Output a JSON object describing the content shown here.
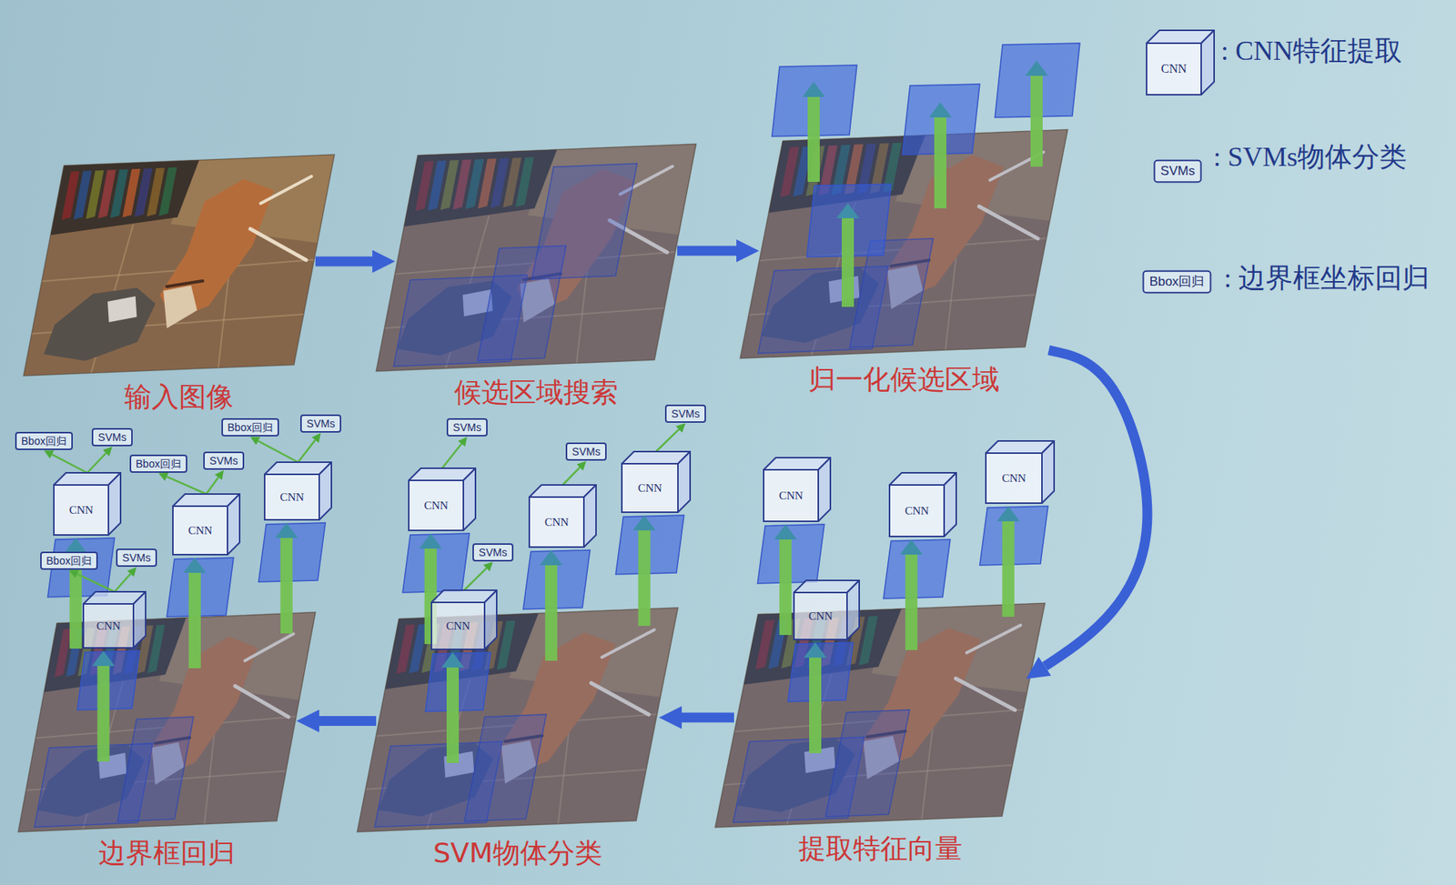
{
  "diagram": {
    "nodes": [
      {
        "text": [
          "输入图像"
        ]
      },
      {
        "text": [
          "候选区域搜索"
        ]
      },
      {
        "text": [
          "归一化候选区域"
        ]
      },
      {
        "text": [
          "提取特征向量"
        ]
      },
      {
        "text": [
          "SVM物体分类"
        ]
      },
      {
        "text": [
          "边界框回归"
        ]
      },
      {
        "text": [
          "CNN"
        ]
      },
      {
        "text": [
          "CNN"
        ]
      },
      {
        "text": [
          "CNN"
        ]
      },
      {
        "text": [
          "CNN"
        ]
      },
      {
        "text": [
          "CNN"
        ]
      },
      {
        "text": [
          "CNN"
        ]
      },
      {
        "text": [
          "CNN"
        ]
      },
      {
        "text": [
          "CNN"
        ]
      },
      {
        "text": [
          "SVMs"
        ]
      },
      {
        "text": [
          "SVMs"
        ]
      },
      {
        "text": [
          "SVMs"
        ]
      },
      {
        "text": [
          "SVMs"
        ]
      },
      {
        "text": [
          "CNN"
        ]
      },
      {
        "text": [
          "CNN"
        ]
      },
      {
        "text": [
          "CNN"
        ]
      },
      {
        "text": [
          "CNN"
        ]
      },
      {
        "text": [
          "SVMs"
        ]
      },
      {
        "text": [
          "SVMs"
        ]
      },
      {
        "text": [
          "SVMs"
        ]
      },
      {
        "text": [
          "SVMs"
        ]
      },
      {
        "text": [
          "Bbox回归"
        ]
      },
      {
        "text": [
          "Bbox回归"
        ]
      },
      {
        "text": [
          "Bbox回归"
        ]
      },
      {
        "text": [
          "Bbox回归"
        ]
      }
    ],
    "edges": [
      {
        "from": 0,
        "to": 1,
        "arrow": "to"
      },
      {
        "from": 1,
        "to": 2,
        "arrow": "to"
      },
      {
        "from": 2,
        "to": 3,
        "arrow": "to"
      },
      {
        "from": 3,
        "to": 4,
        "arrow": "to"
      },
      {
        "from": 4,
        "to": 5,
        "arrow": "to"
      },
      {
        "from": 10,
        "to": 14,
        "arrow": "to"
      },
      {
        "from": 11,
        "to": 15,
        "arrow": "to"
      },
      {
        "from": 12,
        "to": 16,
        "arrow": "to"
      },
      {
        "from": 13,
        "to": 17,
        "arrow": "to"
      },
      {
        "from": 18,
        "to": 22,
        "arrow": "to"
      },
      {
        "from": 19,
        "to": 23,
        "arrow": "to"
      },
      {
        "from": 20,
        "to": 24,
        "arrow": "to"
      },
      {
        "from": 21,
        "to": 25,
        "arrow": "to"
      },
      {
        "from": 18,
        "to": 26,
        "arrow": "to"
      },
      {
        "from": 19,
        "to": 27,
        "arrow": "to"
      },
      {
        "from": 20,
        "to": 28,
        "arrow": "to"
      },
      {
        "from": 21,
        "to": 29,
        "arrow": "to"
      }
    ],
    "labels": [
      "CNN",
      "SVMs",
      "Bbox回归"
    ],
    "legend": [
      {
        "text": ": CNN特征提取"
      },
      {
        "text": ": SVMs物体分类"
      },
      {
        "text": ": 边界框坐标回归"
      }
    ]
  }
}
